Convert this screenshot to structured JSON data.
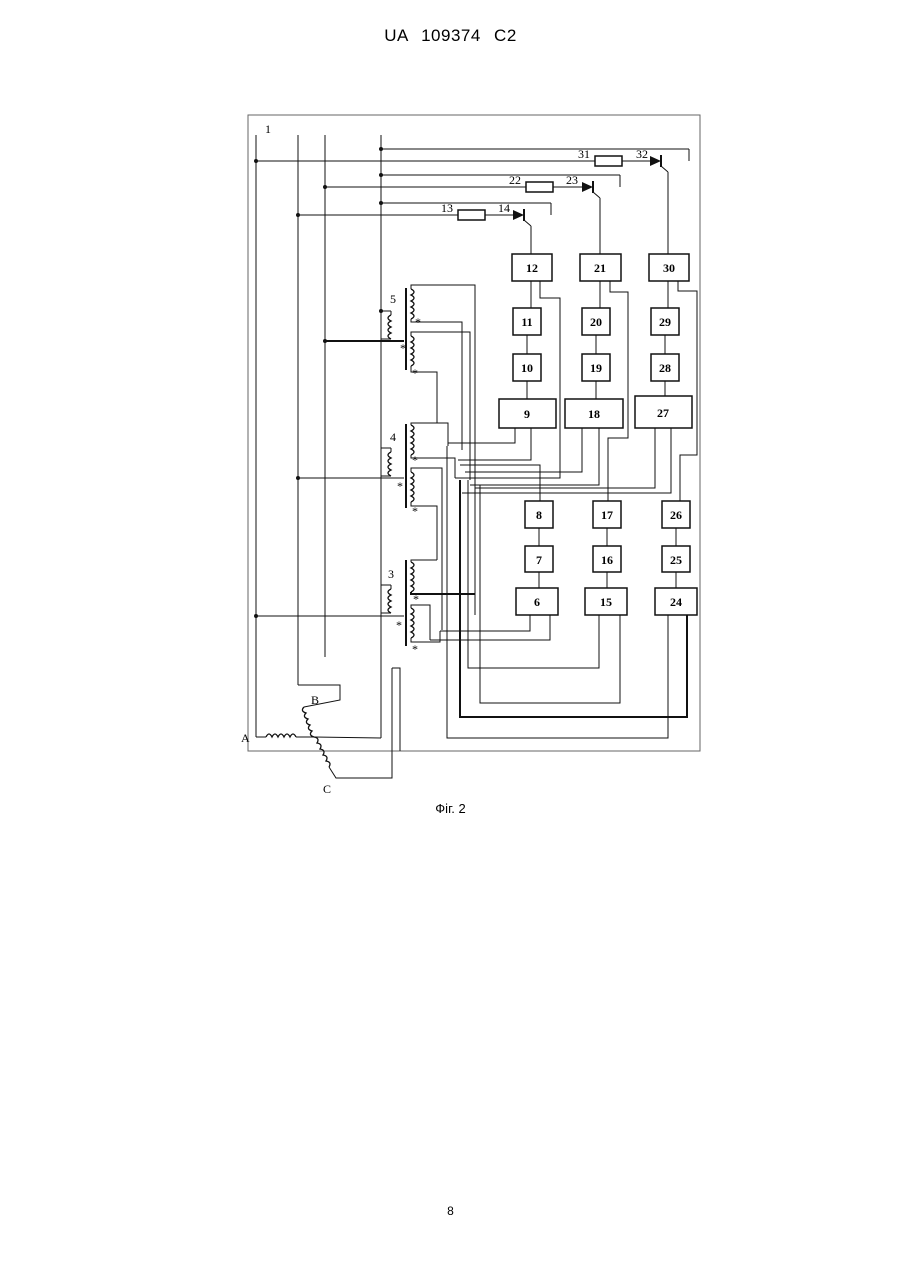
{
  "header": {
    "text": "UA   109374   C2"
  },
  "caption": "Фіг. 2",
  "page_number": "8",
  "diagram": {
    "outer_label": "1",
    "phases": {
      "a": "A",
      "b": "B",
      "c": "C"
    },
    "transformers": {
      "t3": "3",
      "t4": "4",
      "t5": "5"
    },
    "star": "*",
    "blocks": {
      "b6": "6",
      "b7": "7",
      "b8": "8",
      "b9": "9",
      "b10": "10",
      "b11": "11",
      "b12": "12",
      "b15": "15",
      "b16": "16",
      "b17": "17",
      "b18": "18",
      "b19": "19",
      "b20": "20",
      "b21": "21",
      "b24": "24",
      "b25": "25",
      "b26": "26",
      "b27": "27",
      "b28": "28",
      "b29": "29",
      "b30": "30"
    },
    "components": {
      "r13": "13",
      "d14": "14",
      "r22": "22",
      "d23": "23",
      "r31": "31",
      "d32": "32"
    }
  }
}
